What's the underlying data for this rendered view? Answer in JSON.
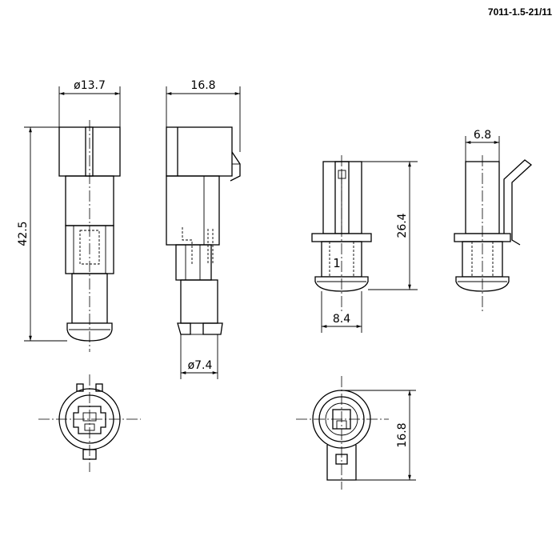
{
  "part_number": "7011-1.5-21/11",
  "dimensions": {
    "front_diameter": "ø13.7",
    "side_width": "16.8",
    "overall_height": "42.5",
    "bottom_diameter": "ø7.4",
    "body_height": "26.4",
    "base_width": "8.4",
    "top_width": "6.8",
    "bottom_view_height": "16.8"
  },
  "labels": {
    "pin_number": "1"
  }
}
